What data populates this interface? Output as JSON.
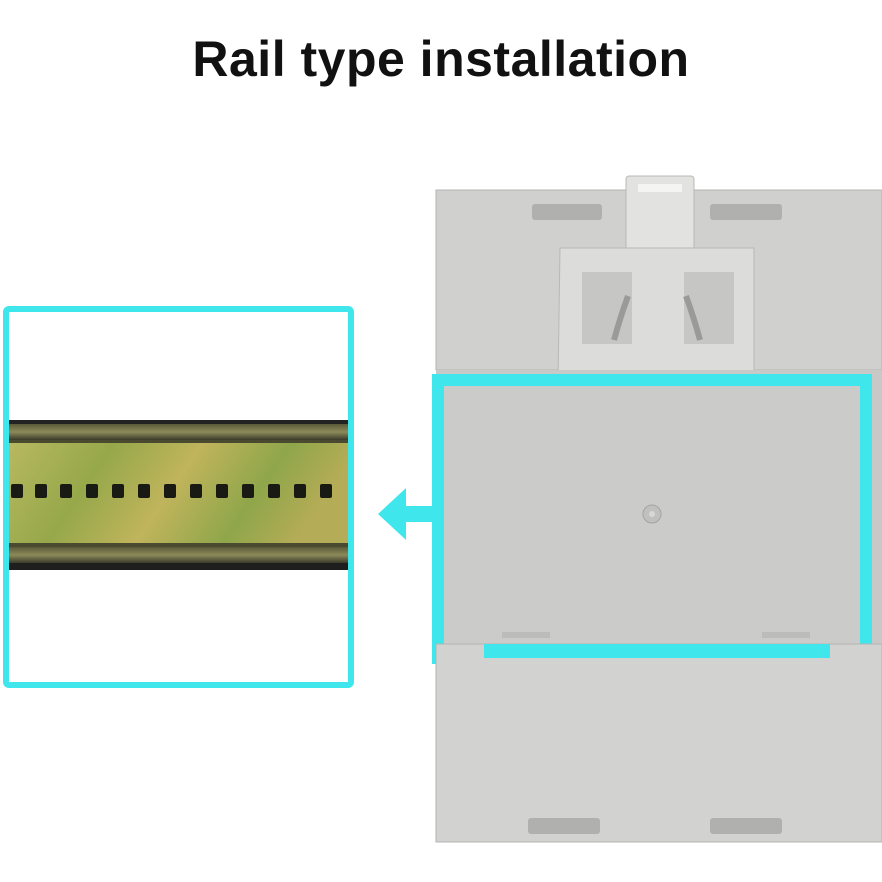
{
  "title": "Rail type installation",
  "colors": {
    "highlight": "#3fe6ec",
    "housing": "#d2d2d0",
    "background": "#ffffff"
  },
  "rail": {
    "name": "din-rail-closeup"
  },
  "arrow": {
    "direction": "left"
  },
  "device": {
    "name": "din-rail-enclosure"
  }
}
